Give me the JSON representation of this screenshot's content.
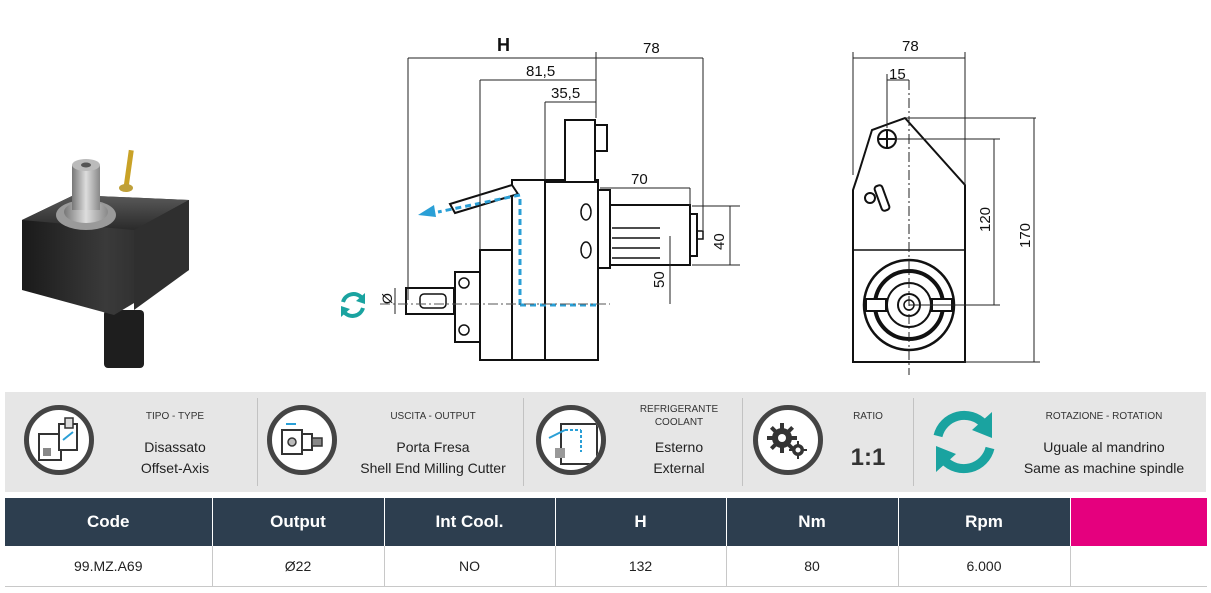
{
  "drawing": {
    "dims": {
      "h": "H",
      "d78_top": "78",
      "d815": "81,5",
      "d355": "35,5",
      "d70": "70",
      "d40": "40",
      "d50": "50",
      "diameter": "Ø",
      "d78_side": "78",
      "d15": "15",
      "d120": "120",
      "d170": "170"
    },
    "colors": {
      "accent": "#2a9fd6",
      "teal": "#1aa3a0",
      "dark": "#2d3e4f",
      "pink": "#e5007e"
    }
  },
  "specs": [
    {
      "header": "TIPO - TYPE",
      "value_line1": "Disassato",
      "value_line2": "Offset-Axis",
      "icon": "offset-axis-icon"
    },
    {
      "header": "USCITA  - OUTPUT",
      "value_line1": "Porta Fresa",
      "value_line2": "Shell End Milling Cutter",
      "icon": "shell-mill-holder-icon"
    },
    {
      "header_line1": "REFRIGERANTE",
      "header_line2": "COOLANT",
      "value_line1": "Esterno",
      "value_line2": "External",
      "icon": "external-coolant-icon"
    },
    {
      "header": "RATIO",
      "value": "1:1",
      "icon": "gears-icon"
    },
    {
      "header": "ROTAZIONE - ROTATION",
      "value_line1": "Uguale al mandrino",
      "value_line2": "Same as machine spindle",
      "icon": "rotation-arrows-icon"
    }
  ],
  "table": {
    "headers": [
      "Code",
      "Output",
      "Int Cool.",
      "H",
      "Nm",
      "Rpm",
      ""
    ],
    "rows": [
      [
        "99.MZ.A69",
        "Ø22",
        "NO",
        "132",
        "80",
        "6.000",
        ""
      ]
    ]
  }
}
